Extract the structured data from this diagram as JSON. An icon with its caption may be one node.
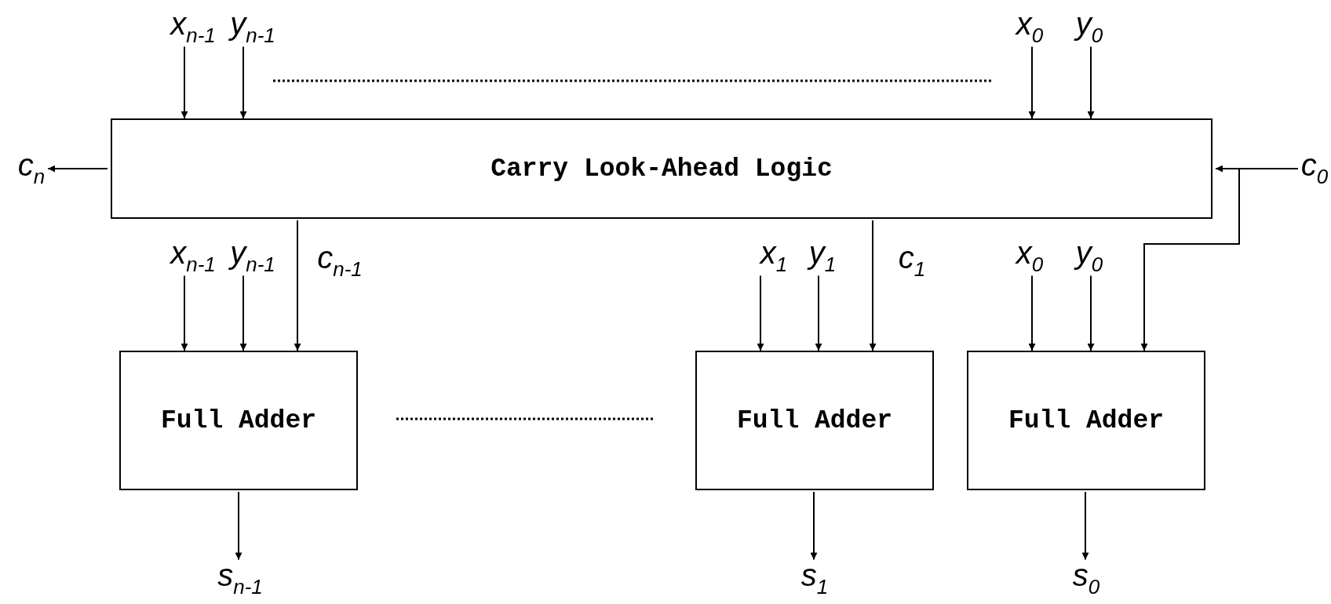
{
  "diagram": {
    "nodes": [
      {
        "text": [
          "x$_{n-1}$"
        ]
      },
      {
        "text": [
          "y$_{n-1}$"
        ]
      },
      {
        "text": [
          "x$_{0}$"
        ]
      },
      {
        "text": [
          "y$_{0}$"
        ]
      },
      {
        "text": [
          "c$_{n}$"
        ]
      },
      {
        "text": [
          "Carry Look-Ahead Logic"
        ]
      },
      {
        "text": [
          "c$_{0}$"
        ]
      },
      {
        "text": [
          "x$_{n-1}$"
        ]
      },
      {
        "text": [
          "y$_{n-1}$"
        ]
      },
      {
        "text": [
          "x$_{1}$"
        ]
      },
      {
        "text": [
          "y$_{1}$"
        ]
      },
      {
        "text": [
          "x$_{0}$"
        ]
      },
      {
        "text": [
          "y$_{0}$"
        ]
      },
      {
        "text": [
          "Full Adder"
        ]
      },
      {
        "text": [
          "Full Adder"
        ]
      },
      {
        "text": [
          "Full Adder"
        ]
      },
      {
        "text": [
          "s$_{n-1}$"
        ]
      },
      {
        "text": [
          "s$_{1}$"
        ]
      },
      {
        "text": [
          "s$_{0}$"
        ]
      }
    ],
    "edges": [
      {
        "from": 0,
        "to": 5,
        "arrow": "to"
      },
      {
        "from": 1,
        "to": 5,
        "arrow": "to"
      },
      {
        "from": 2,
        "to": 5,
        "arrow": "to"
      },
      {
        "from": 3,
        "to": 5,
        "arrow": "to"
      },
      {
        "from": 5,
        "to": 4,
        "arrow": "to"
      },
      {
        "from": 6,
        "to": 5,
        "arrow": "to"
      },
      {
        "from": 6,
        "to": 15,
        "arrow": "to"
      },
      {
        "from": 5,
        "to": 13,
        "arrow": "to",
        "label": "c$_{n-1}$"
      },
      {
        "from": 5,
        "to": 14,
        "arrow": "to",
        "label": "c$_{1}$"
      },
      {
        "from": 7,
        "to": 13,
        "arrow": "to"
      },
      {
        "from": 8,
        "to": 13,
        "arrow": "to"
      },
      {
        "from": 9,
        "to": 14,
        "arrow": "to"
      },
      {
        "from": 10,
        "to": 14,
        "arrow": "to"
      },
      {
        "from": 11,
        "to": 15,
        "arrow": "to"
      },
      {
        "from": 12,
        "to": 15,
        "arrow": "to"
      },
      {
        "from": 13,
        "to": 16,
        "arrow": "to"
      },
      {
        "from": 14,
        "to": 17,
        "arrow": "to"
      },
      {
        "from": 15,
        "to": 18,
        "arrow": "to"
      }
    ]
  }
}
